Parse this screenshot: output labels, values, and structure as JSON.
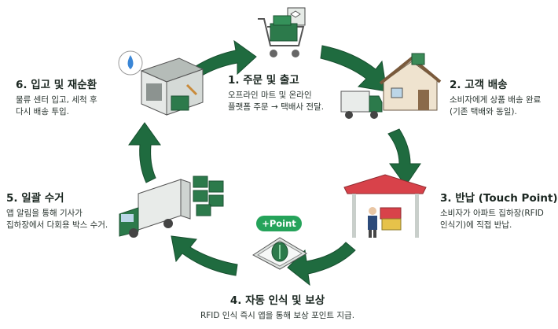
{
  "steps": [
    {
      "title": "1. 주문 및 출고",
      "desc": [
        "오프라인 마트 및 온라인",
        "플랫폼 주문 → 택배사 전달."
      ]
    },
    {
      "title": "2. 고객 배송",
      "desc": [
        "소비자에게 상품 배송 완료",
        "(기존 택배와 동일)."
      ]
    },
    {
      "title": "3. 반납 (Touch Point)",
      "desc": [
        "소비자가 아파트 집하장(RFID",
        "인식기)에 직접 반납."
      ]
    },
    {
      "title": "4. 자동 인식 및 보상",
      "desc": [
        "RFID 인식 즉시 앱을 통해 보상 포인트 지급."
      ]
    },
    {
      "title": "5. 일괄 수거",
      "desc": [
        "앱 알림을 통해 기사가",
        "집하장에서 다회용 박스 수거."
      ]
    },
    {
      "title": "6. 입고 및 재순환",
      "desc": [
        "물류 센터 입고, 세척 후",
        "다시 배송 투입."
      ]
    }
  ],
  "point_bubble": "+Point",
  "colors": {
    "arrow": "#1f6b3f",
    "arrow_shadow": "#174f2f",
    "accent": "#25a35a",
    "roof": "#d8424a"
  }
}
